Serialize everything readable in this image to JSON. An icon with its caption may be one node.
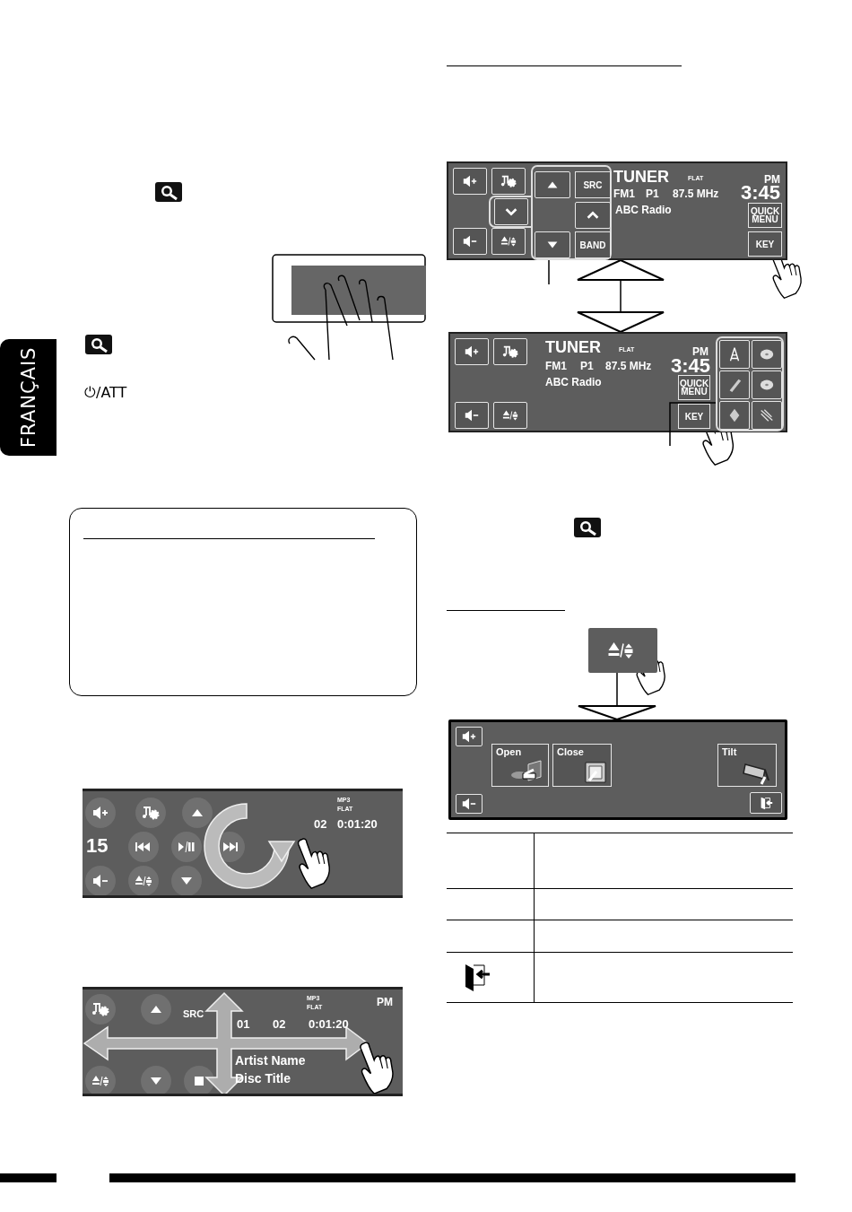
{
  "diagram": {
    "nodes": [
      {
        "text": [
          "FRANÇAIS"
        ]
      },
      {
        "text": [],
        "shape": "box"
      },
      {
        "text": [
          "TUNER",
          "FLAT",
          "FM1",
          "P1",
          "87.5 MHz",
          "ABC Radio",
          "PM",
          "3:45"
        ]
      },
      {
        "text": [],
        "shape": "box",
        "in": 2
      },
      {
        "text": [],
        "shape": "box",
        "in": 2
      },
      {
        "text": [],
        "shape": "box",
        "in": 2
      },
      {
        "text": [],
        "shape": "box",
        "in": 5
      },
      {
        "text": [
          "SRC"
        ],
        "in": 5
      },
      {
        "text": [],
        "shape": "box",
        "in": 2
      },
      {
        "text": [],
        "shape": "box",
        "in": 5
      },
      {
        "text": [],
        "shape": "box",
        "in": 2
      },
      {
        "text": [],
        "shape": "box",
        "in": 2
      },
      {
        "text": [],
        "shape": "box",
        "in": 5
      },
      {
        "text": [
          "BAND"
        ],
        "in": 5
      },
      {
        "text": [
          "QUICK MENU"
        ],
        "in": 2
      },
      {
        "text": [
          "KEY"
        ],
        "in": 2
      },
      {
        "text": [
          "TUNER",
          "FLAT",
          "FM1",
          "P1",
          "87.5 MHz",
          "ABC Radio",
          "PM",
          "3:45"
        ]
      },
      {
        "text": [],
        "shape": "box",
        "in": 16
      },
      {
        "text": [],
        "shape": "box",
        "in": 16
      },
      {
        "text": [],
        "shape": "box",
        "in": 16
      },
      {
        "text": [],
        "shape": "box",
        "in": 16
      },
      {
        "text": [
          "QUICK MENU"
        ],
        "in": 16
      },
      {
        "text": [
          "KEY"
        ],
        "in": 16
      },
      {
        "text": [],
        "shape": "box",
        "in": 16
      },
      {
        "text": [],
        "shape": "box",
        "in": 23
      },
      {
        "text": [],
        "shape": "box",
        "in": 23
      },
      {
        "text": [],
        "shape": "box",
        "in": 23
      },
      {
        "text": [],
        "shape": "box",
        "in": 23
      },
      {
        "text": [],
        "shape": "box",
        "in": 23
      },
      {
        "text": [],
        "shape": "box",
        "in": 23
      },
      {
        "text": [],
        "shape": "box"
      },
      {
        "text": [],
        "shape": "box"
      },
      {
        "text": [],
        "shape": "box",
        "in": 31
      },
      {
        "text": [
          "Open"
        ],
        "in": 31
      },
      {
        "text": [
          "Close"
        ],
        "in": 31
      },
      {
        "text": [
          "Tilt"
        ],
        "in": 31
      },
      {
        "text": [],
        "shape": "box",
        "in": 31
      },
      {
        "text": [],
        "shape": "box",
        "in": 31
      },
      {
        "text": [
          "15",
          "MP3",
          "FLAT",
          "02",
          "0:01:20"
        ]
      },
      {
        "text": [
          "SRC",
          "MP3",
          "FLAT",
          "01",
          "02",
          "0:01:20",
          "PM",
          "Artist Name",
          "Disc Title"
        ]
      }
    ],
    "edges": [
      {
        "from": 5,
        "to": null,
        "arrow": "none"
      },
      {
        "from": 2,
        "to": 16,
        "arrow": "both"
      },
      {
        "from": 23,
        "to": null,
        "arrow": "none"
      },
      {
        "from": 30,
        "to": 31,
        "arrow": "to"
      }
    ],
    "labels": [
      "⏻/ATT"
    ]
  }
}
